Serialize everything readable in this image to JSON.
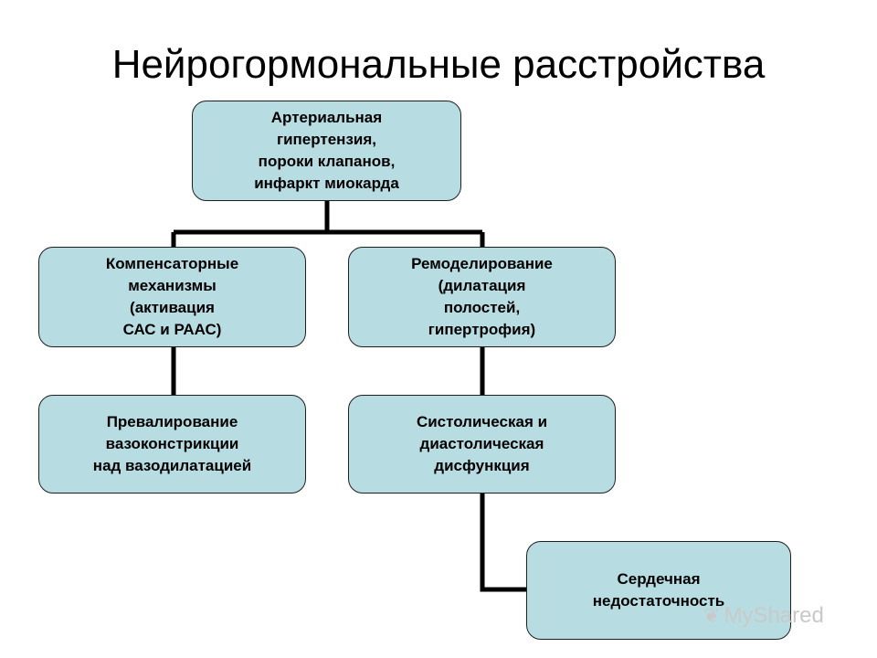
{
  "title": "Нейрогормональные расстройства",
  "nodes": {
    "root": "Артериальная\nгипертензия,\nпороки клапанов,\nинфаркт миокарда",
    "compensatory": "Компенсаторные\nмеханизмы\n(активация\nСАС и РААС)",
    "remodeling": "Ремоделирование\n(дилатация\nполостей,\nгипертрофия)",
    "vasoconstriction": "Превалирование\nвазоконстрикции\nнад вазодилатацией",
    "dysfunction": "Систолическая и\nдиастолическая\nдисфункция",
    "heart_failure": "Сердечная\nнедостаточность"
  },
  "colors": {
    "node_fill": "#b7dde3",
    "connector": "#000000"
  },
  "watermark": {
    "icon": "sprout-icon",
    "text": "MyShared"
  }
}
